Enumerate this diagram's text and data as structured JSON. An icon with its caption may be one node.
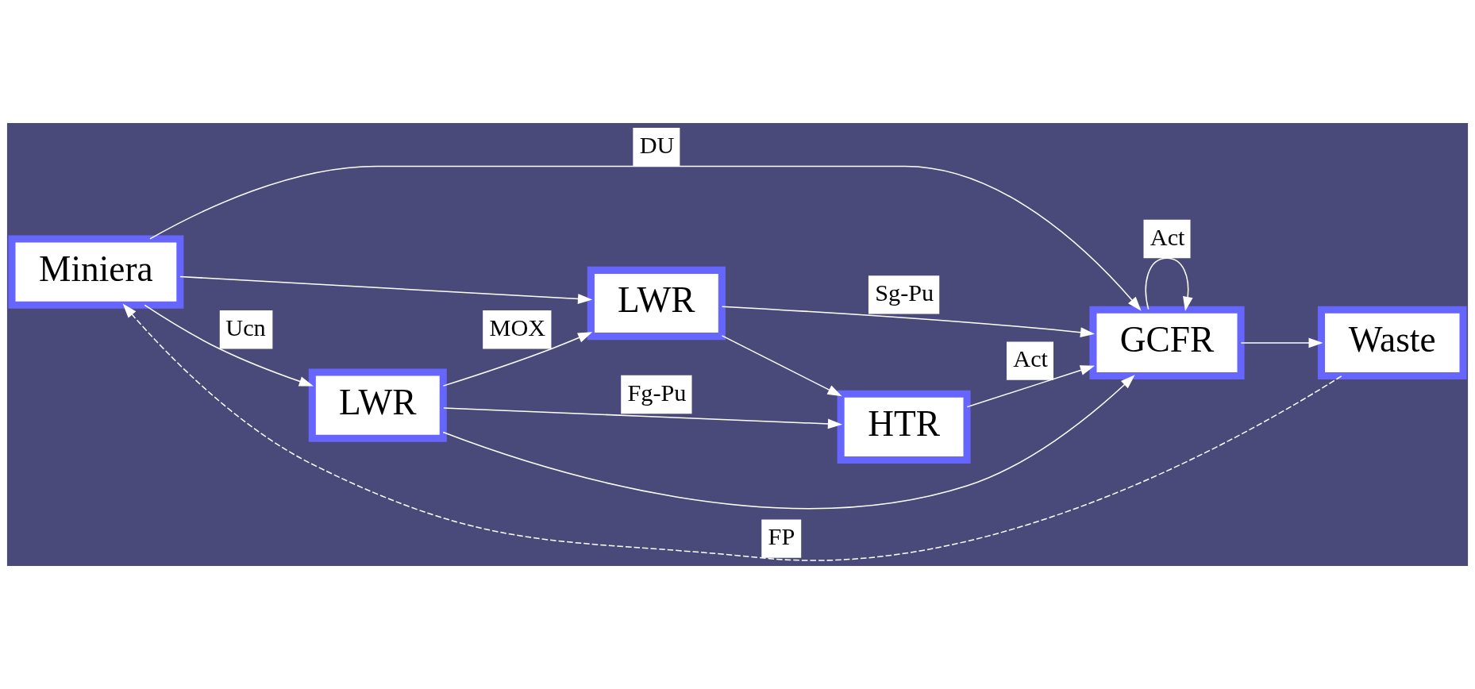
{
  "diagram": {
    "nodes": [
      {
        "text": [
          "Miniera"
        ]
      },
      {
        "text": [
          "LWR"
        ]
      },
      {
        "text": [
          "HTR"
        ]
      },
      {
        "text": [
          "GCFR"
        ]
      },
      {
        "text": [
          "Waste"
        ]
      },
      {
        "text": [
          "LWR"
        ]
      }
    ],
    "edges": [
      {
        "from": 0,
        "to": 1,
        "arrow": "to",
        "label": "Ucn"
      },
      {
        "from": 0,
        "to": 3,
        "arrow": "to",
        "label": "DU"
      },
      {
        "from": 0,
        "to": 5,
        "arrow": "to"
      },
      {
        "from": 1,
        "to": 2,
        "arrow": "to",
        "label": "Fg-Pu"
      },
      {
        "from": 1,
        "to": 5,
        "arrow": "to",
        "label": "MOX"
      },
      {
        "from": 1,
        "to": 3,
        "arrow": "to"
      },
      {
        "from": 2,
        "to": 3,
        "arrow": "to",
        "label": "Act"
      },
      {
        "from": 5,
        "to": 3,
        "arrow": "to",
        "label": "Sg-Pu"
      },
      {
        "from": 3,
        "to": 4,
        "arrow": "to"
      },
      {
        "from": 3,
        "to": 3,
        "arrow": "to",
        "label": "Act"
      },
      {
        "from": 5,
        "to": 2,
        "arrow": "to"
      },
      {
        "from": 4,
        "to": 0,
        "arrow": "to",
        "label": "FP",
        "style": "dashed"
      }
    ]
  }
}
